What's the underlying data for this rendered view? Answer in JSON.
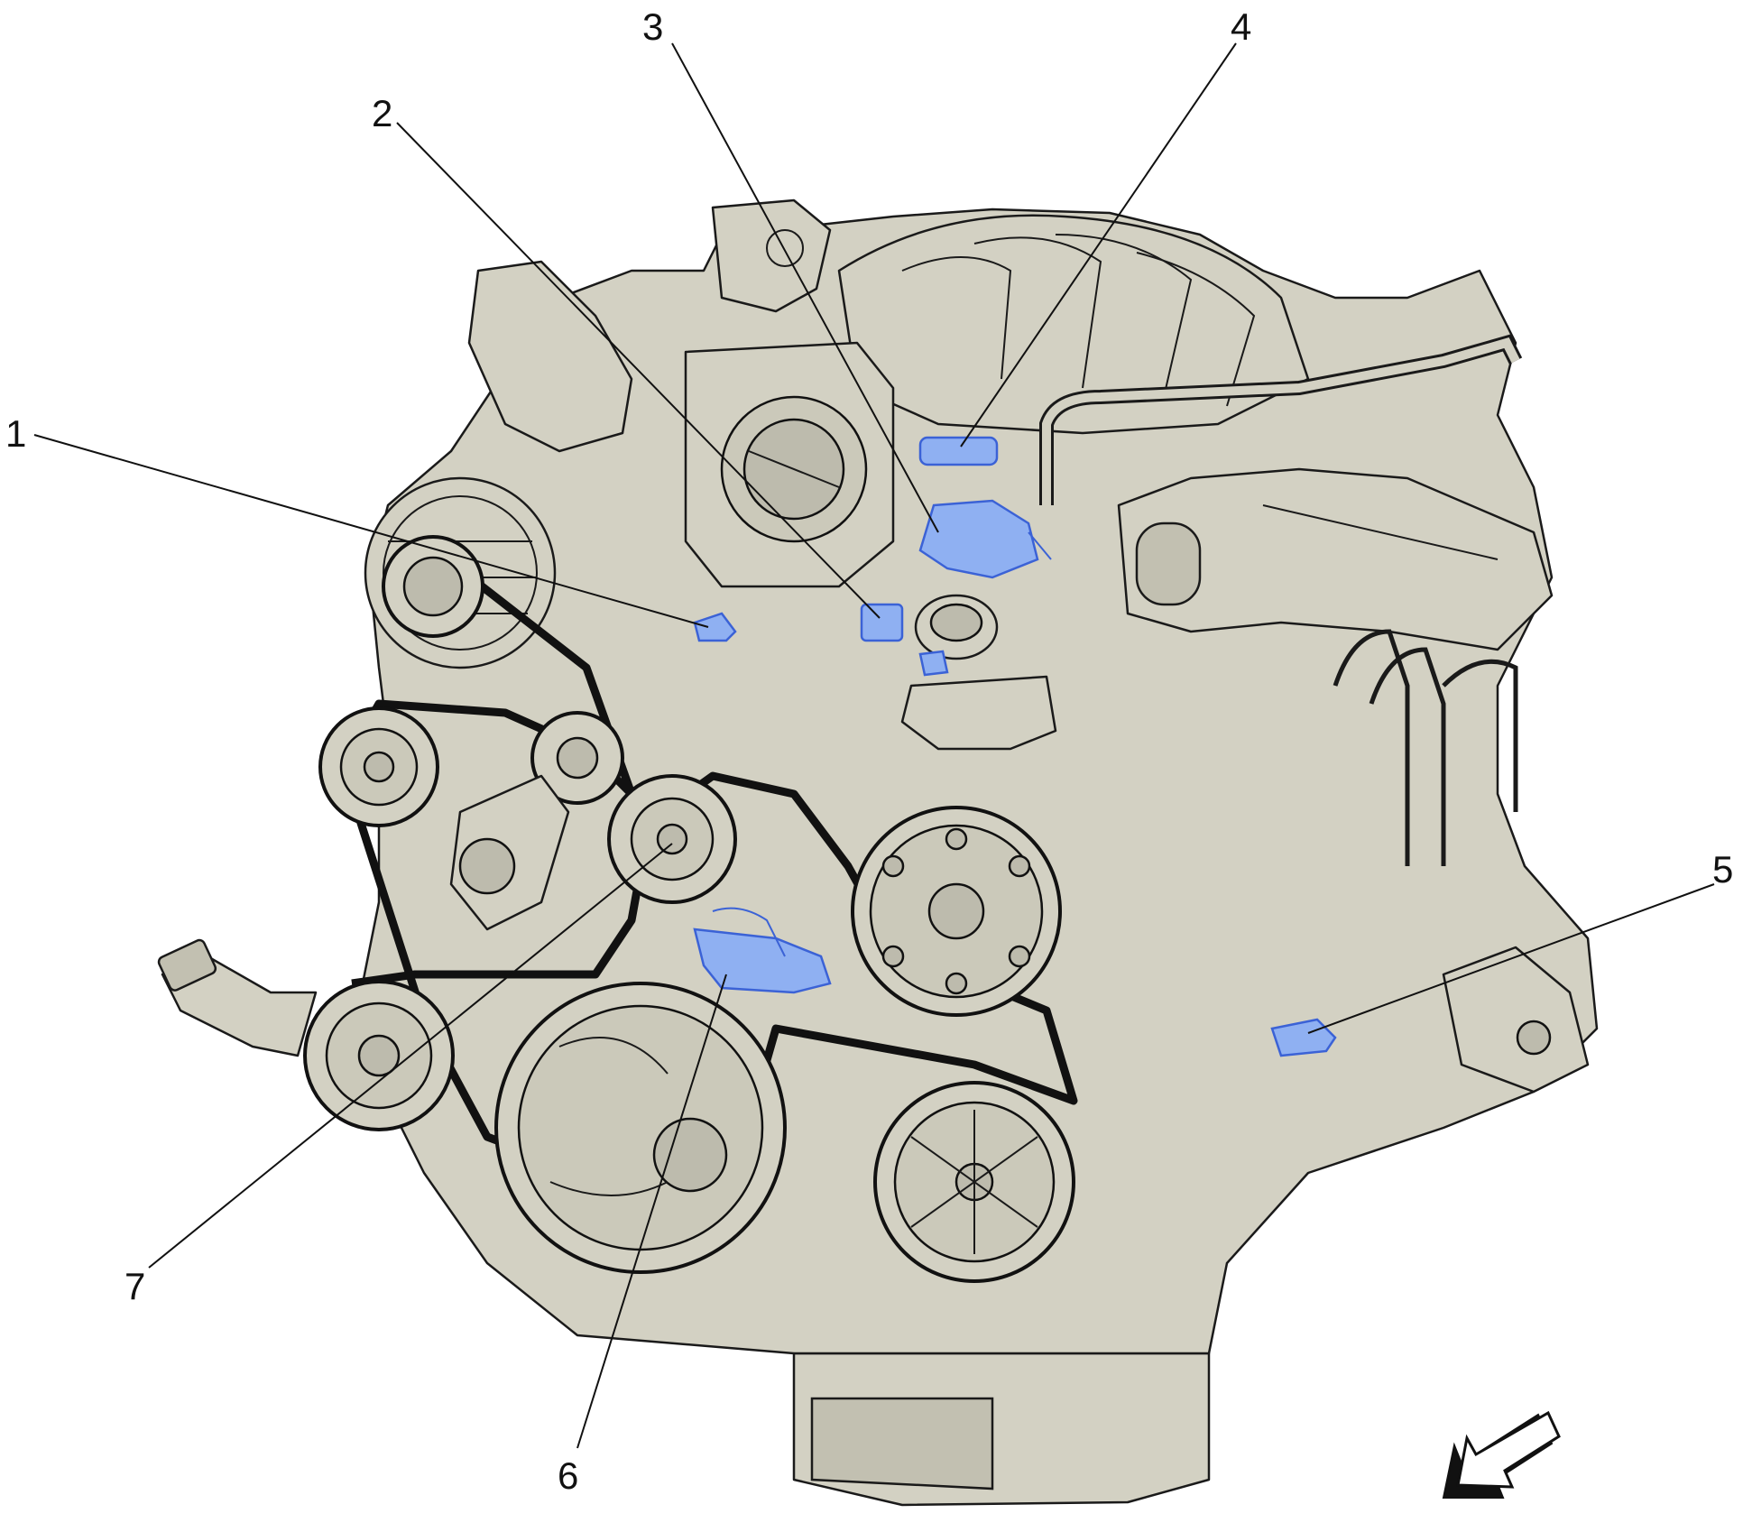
{
  "callouts": [
    {
      "id": "1",
      "label": "1"
    },
    {
      "id": "2",
      "label": "2"
    },
    {
      "id": "3",
      "label": "3"
    },
    {
      "id": "4",
      "label": "4"
    },
    {
      "id": "5",
      "label": "5"
    },
    {
      "id": "6",
      "label": "6"
    },
    {
      "id": "7",
      "label": "7"
    }
  ],
  "colors": {
    "engine_fill": "#d3d1c3",
    "outline": "#1a1a1a",
    "highlight_fill": "#8fb0f2",
    "highlight_stroke": "#3b62d6",
    "belt": "#111111"
  },
  "icons": {
    "orientation_arrow": "front-direction-arrow-icon"
  }
}
